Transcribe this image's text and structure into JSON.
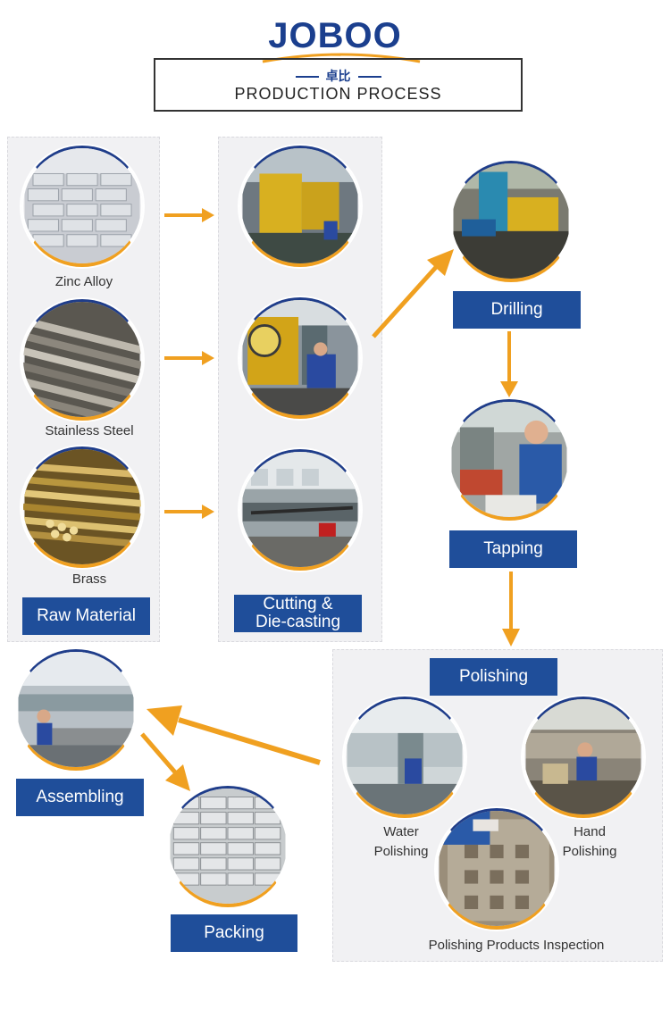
{
  "header": {
    "logo": "JOBOO",
    "chinese": "卓比",
    "title": "PRODUCTION PROCESS"
  },
  "raw_material": {
    "items": [
      {
        "caption": "Zinc Alloy",
        "icon": "zinc-ingots-photo"
      },
      {
        "caption": "Stainless Steel",
        "icon": "steel-rods-photo"
      },
      {
        "caption": "Brass",
        "icon": "brass-rods-photo"
      }
    ],
    "label": "Raw Material"
  },
  "cutting": {
    "label_line1": "Cutting &",
    "label_line2": "Die-casting"
  },
  "drilling": {
    "label": "Drilling"
  },
  "tapping": {
    "label": "Tapping"
  },
  "polishing": {
    "label": "Polishing",
    "water": [
      "Water",
      "Polishing"
    ],
    "hand": [
      "Hand",
      "Polishing"
    ],
    "inspection": "Polishing Products Inspection"
  },
  "assembling": {
    "label": "Assembling"
  },
  "packing": {
    "label": "Packing"
  },
  "colors": {
    "label_bg": "#1f4e9a",
    "arrow": "#f0a020",
    "brand": "#1b3f8e",
    "panel_bg": "#f1f1f3"
  }
}
